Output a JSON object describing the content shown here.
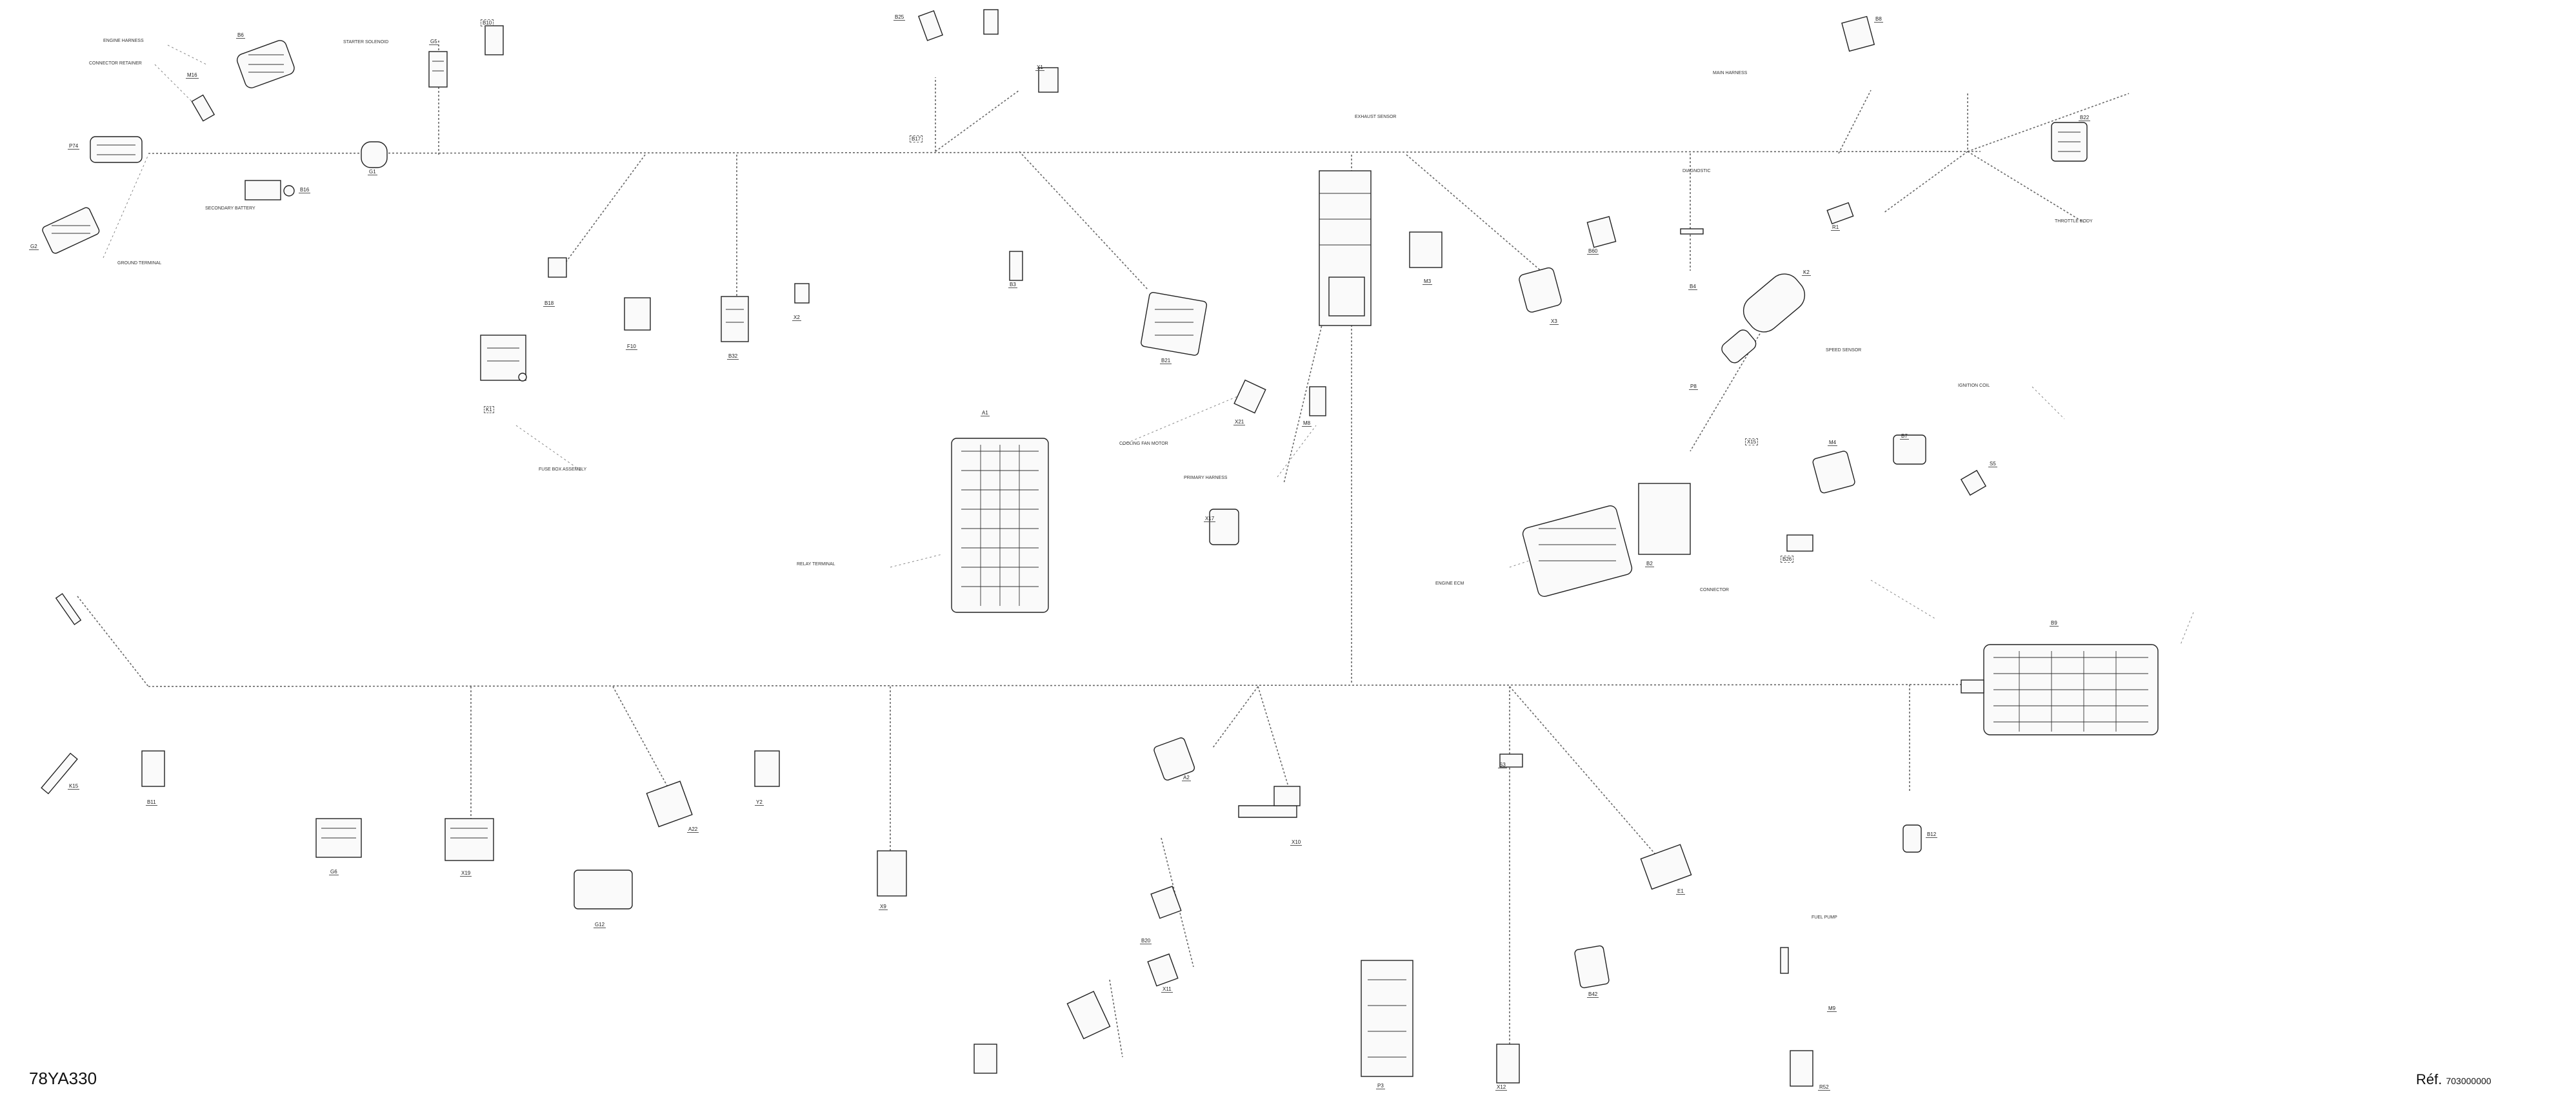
{
  "diagram_id": "78YA330",
  "reference": {
    "prefix": "Réf.",
    "number": "703000000"
  },
  "connector_codes": [
    "B6",
    "M16",
    "P74",
    "G1",
    "G2",
    "G5",
    "B16",
    "B10",
    "B17",
    "B25",
    "X1",
    "K1",
    "B18",
    "F10",
    "B32",
    "X2",
    "B3",
    "B21",
    "X21",
    "M8",
    "X17",
    "M3",
    "X3",
    "B60",
    "A1",
    "B4",
    "X15",
    "P8",
    "B2",
    "K2",
    "R1",
    "B8",
    "B22",
    "B7",
    "M4",
    "S5",
    "B26",
    "B9",
    "B12",
    "K15",
    "B11",
    "G6",
    "X19",
    "G12",
    "A22",
    "Y2",
    "X9",
    "A2",
    "X10",
    "B20",
    "X11",
    "P3",
    "S3",
    "X12",
    "E1",
    "B42",
    "M9",
    "R52"
  ],
  "callouts": [
    "ENGINE HARNESS",
    "CONNECTOR RETAINER",
    "SECONDARY BATTERY",
    "GROUND TERMINAL",
    "STARTER SOLENOID",
    "FUSE BOX ASSEMBLY",
    "RELAY TERMINAL",
    "COOLING FAN MOTOR",
    "PRIMARY HARNESS",
    "EXHAUST SENSOR",
    "DIAGNOSTIC",
    "MAIN HARNESS",
    "ENGINE ECM",
    "SPEED SENSOR",
    "IGNITION COIL",
    "THROTTLE BODY",
    "CONNECTOR",
    "FUEL PUMP"
  ]
}
